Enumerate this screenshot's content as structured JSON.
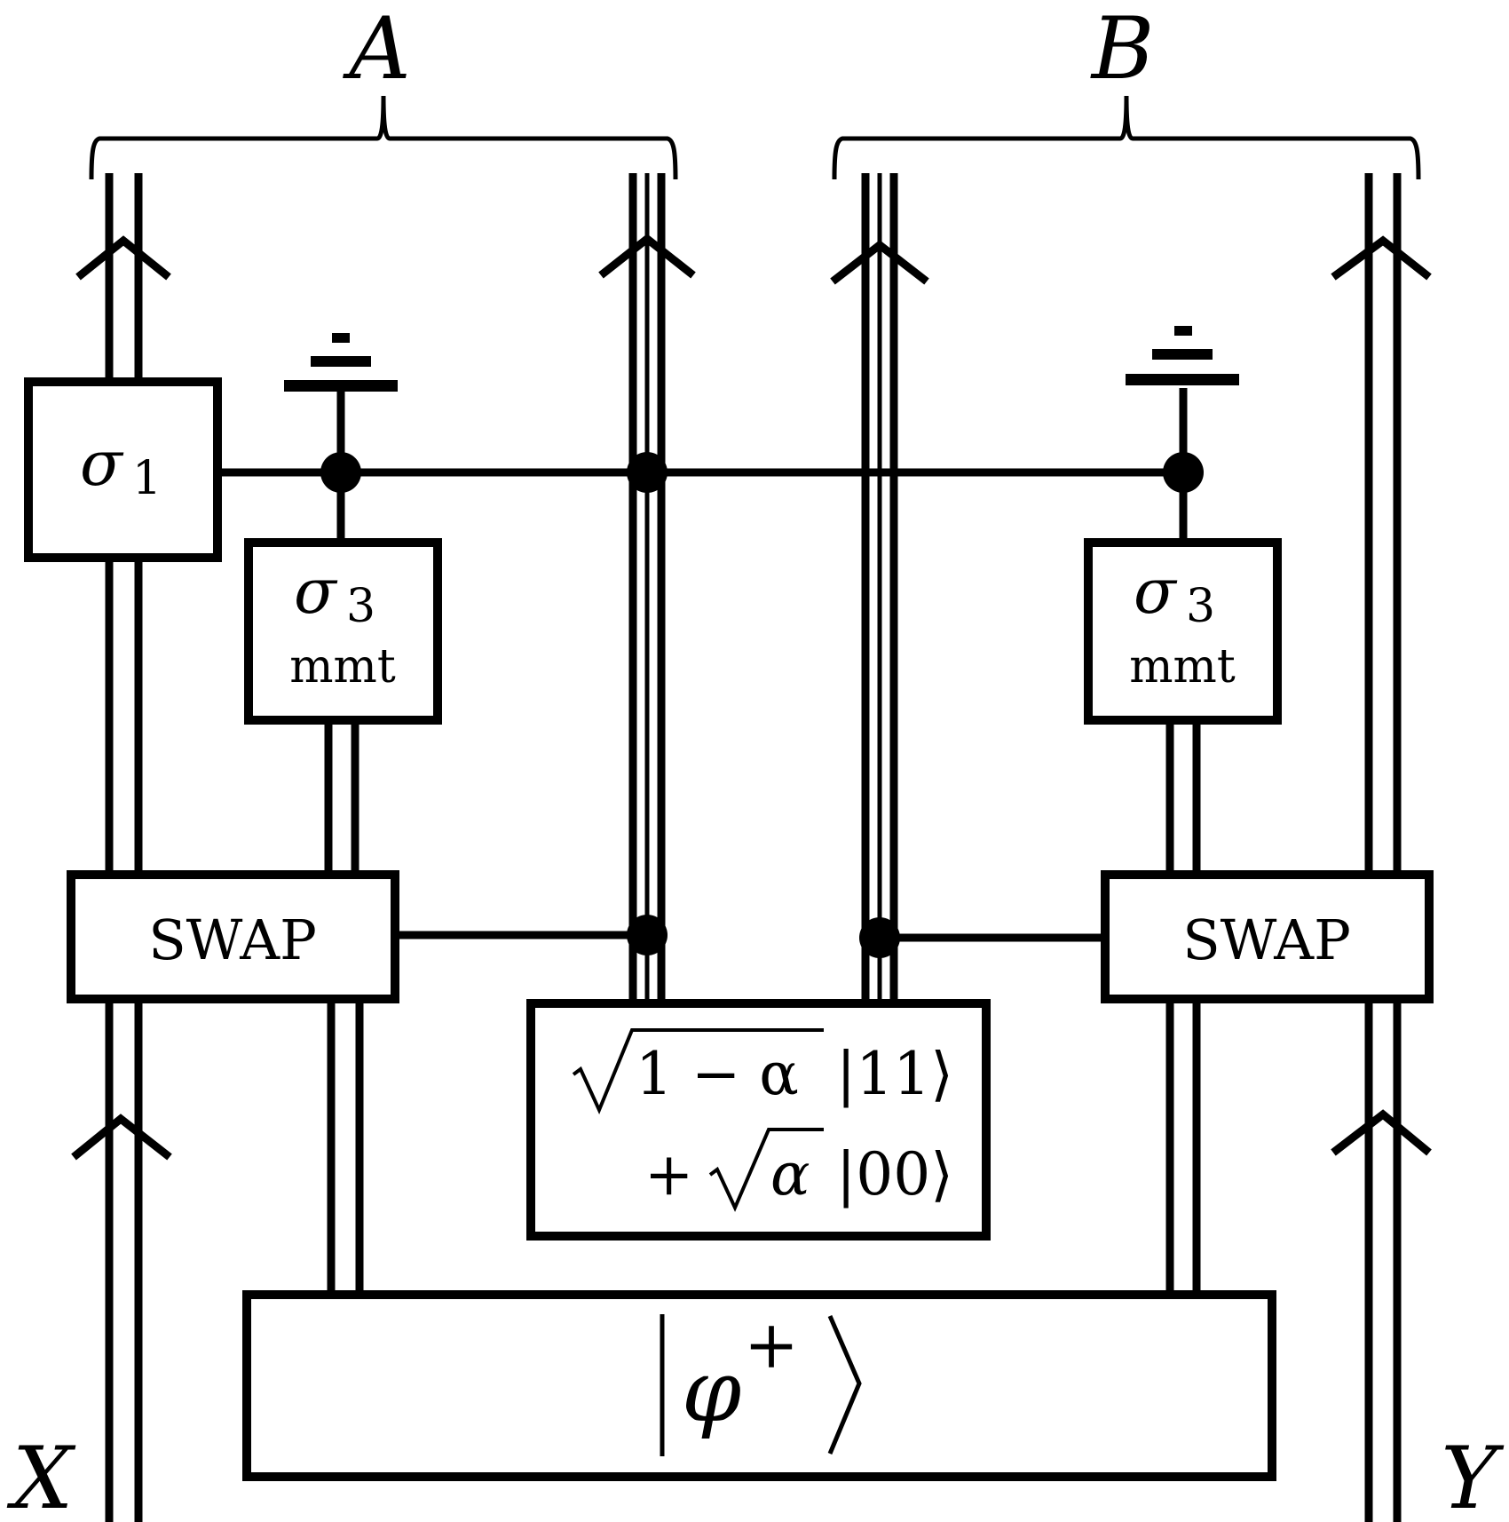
{
  "labels": {
    "system_a": "A",
    "system_b": "B",
    "input_x": "X",
    "input_y": "Y"
  },
  "boxes": {
    "sigma1": {
      "symbol": "σ",
      "subscript": "1"
    },
    "sigma3_a": {
      "symbol": "σ",
      "subscript": "3",
      "caption": "mmt"
    },
    "sigma3_b": {
      "symbol": "σ",
      "subscript": "3",
      "caption": "mmt"
    },
    "swap_a": "SWAP",
    "swap_b": "SWAP",
    "resource_state": {
      "line1_root": "1 − α",
      "line1_ket": "|11⟩",
      "line2_plus": "+",
      "line2_root": "α",
      "line2_ket": "|00⟩"
    },
    "bell_state": {
      "symbol": "φ",
      "superscript": "+"
    }
  }
}
